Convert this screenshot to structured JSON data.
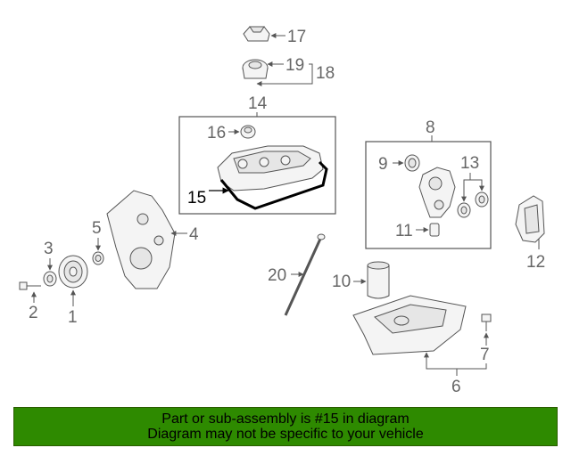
{
  "callouts": {
    "c1": "1",
    "c2": "2",
    "c3": "3",
    "c4": "4",
    "c5": "5",
    "c6": "6",
    "c7": "7",
    "c8": "8",
    "c9": "9",
    "c10": "10",
    "c11": "11",
    "c12": "12",
    "c13": "13",
    "c14": "14",
    "c15": "15",
    "c16": "16",
    "c17": "17",
    "c18": "18",
    "c19": "19",
    "c20": "20"
  },
  "highlighted_part": "15",
  "banner": {
    "line1": "Part or sub-assembly is #15 in diagram",
    "line2": "Diagram may not be specific to your vehicle",
    "background": "#2e8a00"
  }
}
